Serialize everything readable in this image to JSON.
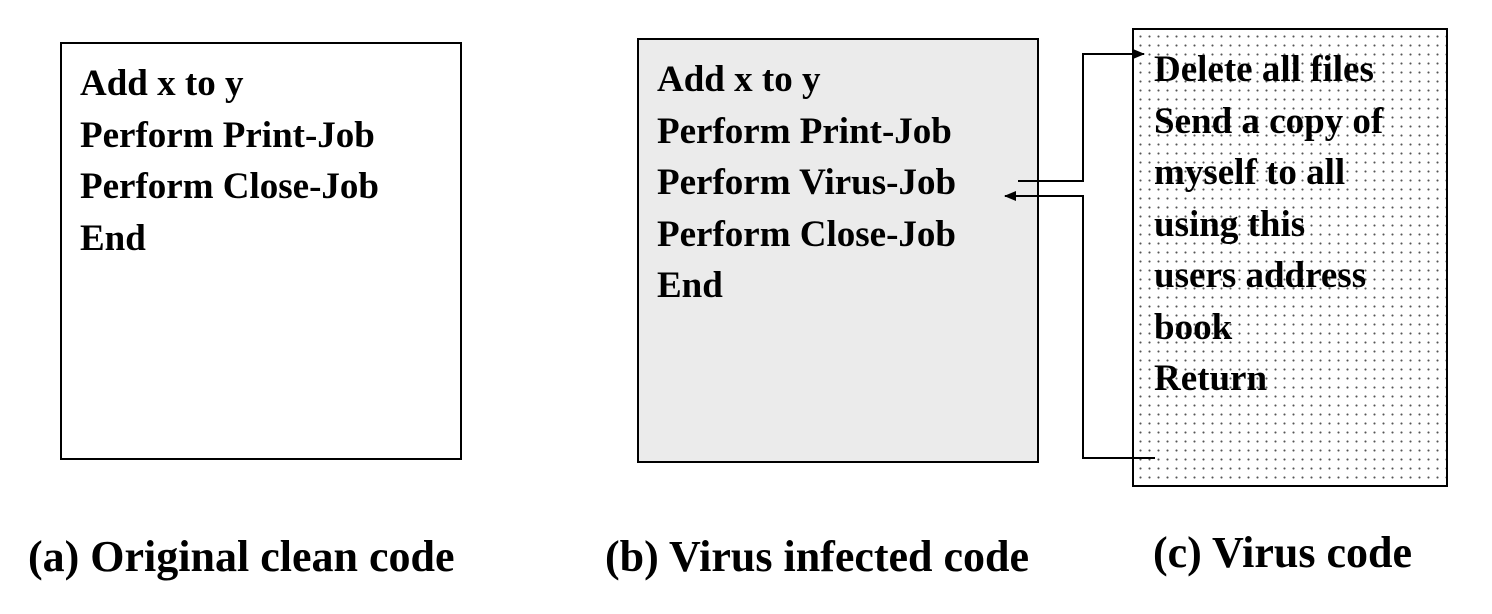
{
  "panels": [
    {
      "id": "a",
      "caption": "(a) Original clean code",
      "lines": [
        "Add x to y",
        "Perform Print-Job",
        "Perform Close-Job",
        "End"
      ]
    },
    {
      "id": "b",
      "caption": "(b) Virus infected code",
      "lines": [
        "Add x to y",
        "Perform Print-Job",
        "Perform Virus-Job",
        "Perform Close-Job",
        "End"
      ]
    },
    {
      "id": "c",
      "caption": "(c) Virus code",
      "lines": [
        "Delete all files",
        "Send a copy of",
        "myself to all",
        "using this",
        "users address",
        "book",
        "Return"
      ]
    }
  ],
  "colors": {
    "infected_background": "#ebebeb",
    "virus_pattern_dots": "#555555",
    "border": "#000000"
  }
}
